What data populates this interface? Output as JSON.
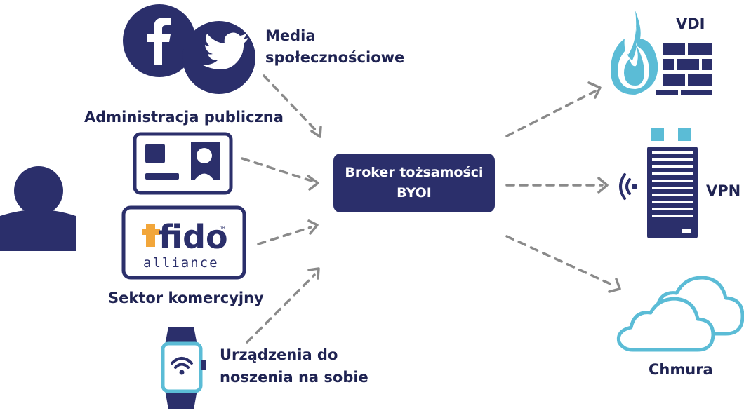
{
  "colors": {
    "navy": "#2b2f6b",
    "light_blue": "#5bbcd6",
    "arrow_gray": "#8a8a8a",
    "fido_orange": "#f2a63a"
  },
  "sources": {
    "social": {
      "label_line1": "Media",
      "label_line2": "społecznościowe",
      "icons": [
        "facebook-icon",
        "twitter-icon"
      ]
    },
    "public_admin": {
      "label": "Administracja publiczna",
      "icon": "id-card-icon"
    },
    "commercial": {
      "label": "Sektor komercyjny",
      "logo_main": "fido",
      "logo_sub": "alliance",
      "logo_tm": "™"
    },
    "wearables": {
      "label_line1": "Urządzenia do",
      "label_line2": "noszenia na sobie",
      "icon": "smartwatch-icon"
    },
    "user": {
      "icon": "user-icon"
    }
  },
  "broker": {
    "line1": "Broker tożsamości",
    "line2": "BYOI"
  },
  "targets": {
    "vdi": {
      "label": "VDI",
      "icon": "firewall-icon"
    },
    "vpn": {
      "label": "VPN",
      "icon": "server-icon"
    },
    "cloud": {
      "label": "Chmura",
      "icon": "cloud-icon"
    }
  }
}
